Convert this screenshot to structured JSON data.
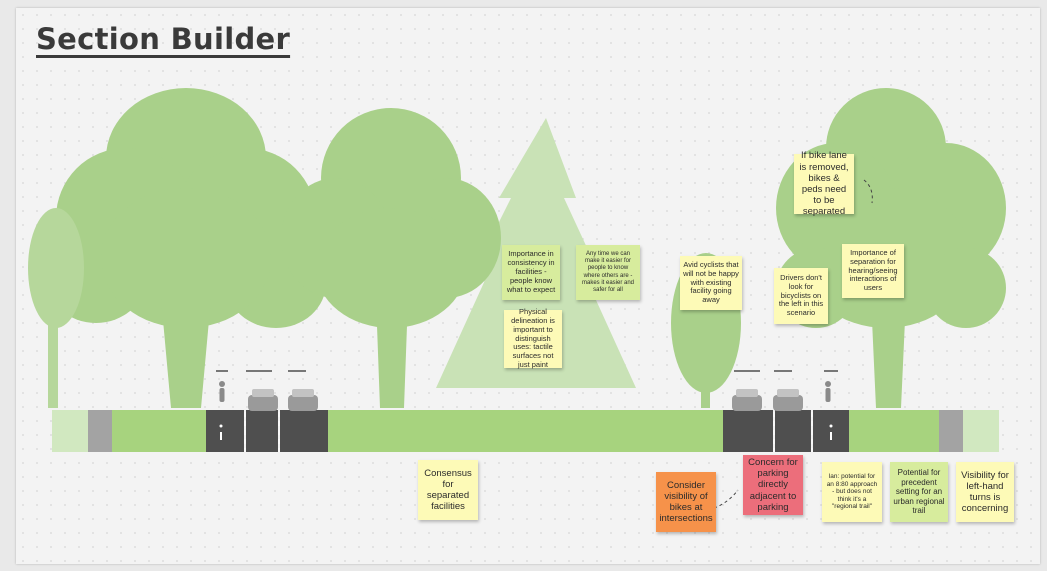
{
  "title": "Section Builder",
  "notes": {
    "importance_consistency": "Importance in consistency in facilities - people know what to expect",
    "any_time": "Any time we can make it easier for people to know where others are - makes it easier and safer for all",
    "physical_delineation": "Physical delineation is important to distinguish uses: tactile surfaces not just paint",
    "avid_cyclists": "Avid cyclists that will not be happy with existing facility going away",
    "bike_lane_removed": "If bike lane is removed, bikes & peds need to be separated",
    "importance_separation": "Importance of separation for hearing/seeing interactions of users",
    "drivers_dont_look": "Drivers don't look for bicyclists on the left in this scenario",
    "consensus": "Consensus for separated facilities",
    "consider_visibility": "Consider visibility of bikes at intersections",
    "concern_parking": "Concern for parking directly adjacent to parking",
    "lan_potential": "lan: potential for an 8:80 approach - but does not think it's a \"regional trail\"",
    "potential_precedent": "Potential for precedent setting for an urban regional trail",
    "visibility_left": "Visibility for left-hand turns is concerning"
  },
  "colors": {
    "tree": "#a9d08a",
    "tree_light": "#c6e0b3",
    "median": "#a7d37e",
    "road": "#4f4f4f",
    "curb": "#a3a3a3",
    "sticky_yellow": "#fdfab7",
    "sticky_green": "#d7ec9d",
    "sticky_orange": "#f6924a",
    "sticky_red": "#ec6e7b"
  }
}
